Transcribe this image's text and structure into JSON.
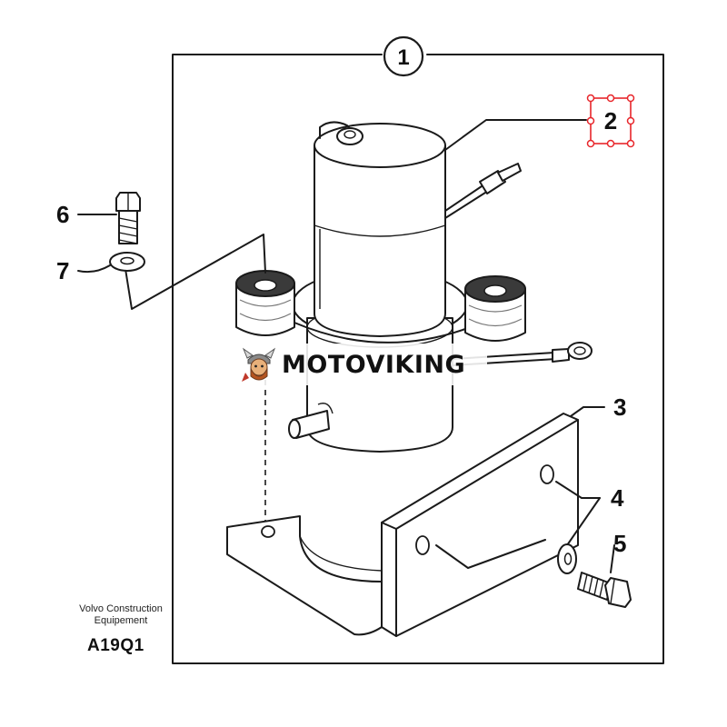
{
  "callouts": [
    {
      "id": "1",
      "label": "1"
    },
    {
      "id": "2",
      "label": "2",
      "selected": true
    },
    {
      "id": "3",
      "label": "3"
    },
    {
      "id": "4",
      "label": "4"
    },
    {
      "id": "5",
      "label": "5"
    },
    {
      "id": "6",
      "label": "6"
    },
    {
      "id": "7",
      "label": "7"
    }
  ],
  "watermark": {
    "text": "MOTOVIKING",
    "logo_icon": "viking-mascot-icon"
  },
  "credit": {
    "line1": "Volvo Construction",
    "line2": "Equipement"
  },
  "drawing_code": "A19Q1",
  "colors": {
    "selection": "#e8262b",
    "ink": "#1a1a1a",
    "background": "#ffffff",
    "watermark_accent": "#c0392b"
  }
}
